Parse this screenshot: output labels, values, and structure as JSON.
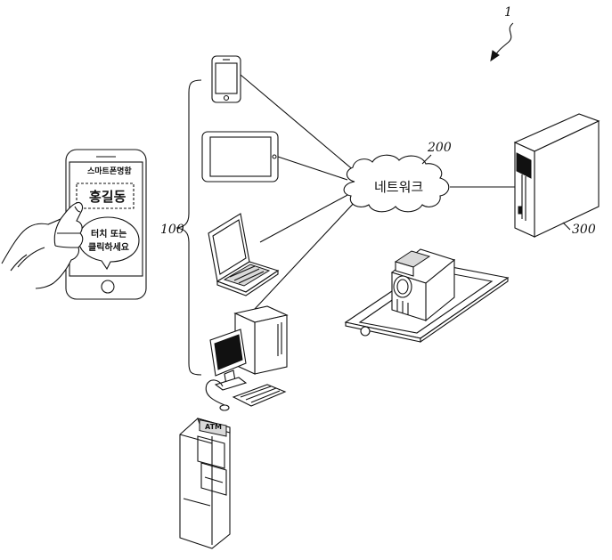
{
  "figure": {
    "ref_system": "1",
    "ref_terminals": "100",
    "ref_network": "200",
    "ref_server": "300"
  },
  "network": {
    "label": "네트워크"
  },
  "phone_screen": {
    "title": "스마트폰명함",
    "name": "홍길동",
    "bubble_line1": "터치 또는",
    "bubble_line2": "클릭하세요"
  },
  "atm": {
    "label": "ATM"
  }
}
